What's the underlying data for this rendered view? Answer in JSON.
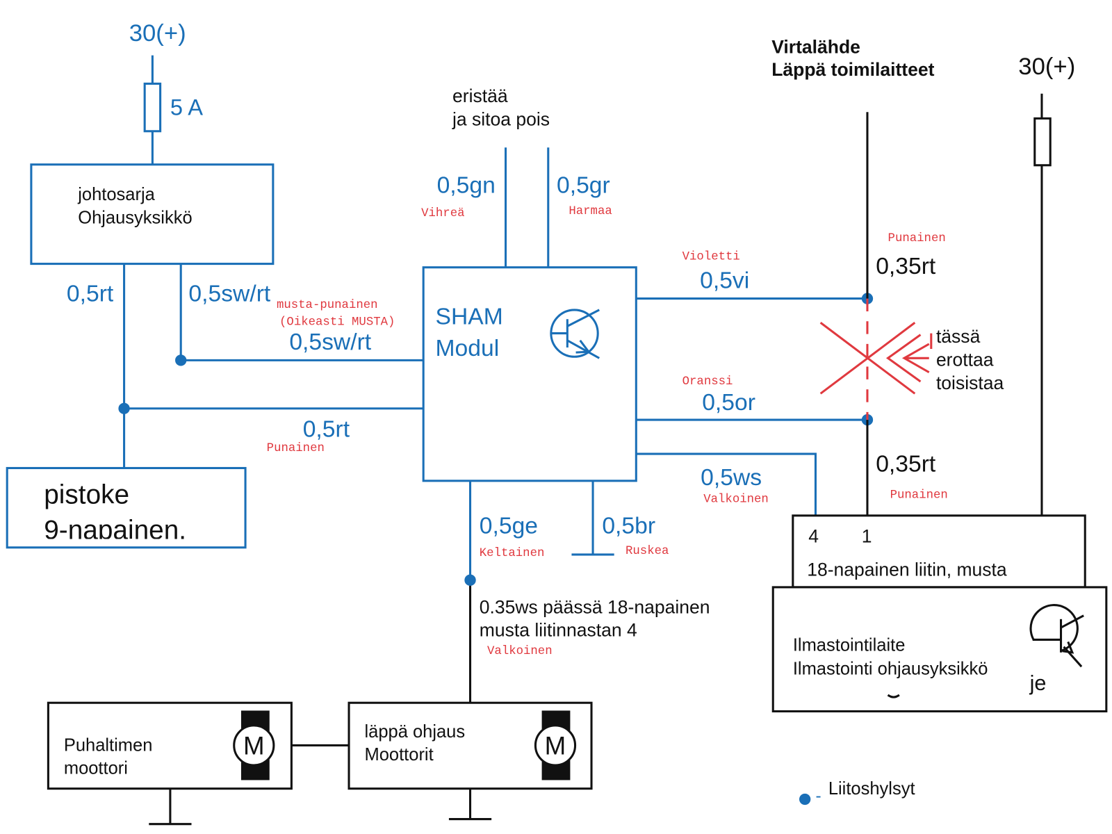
{
  "colors": {
    "wire_blue": "#1a6fb7",
    "wire_black": "#111111",
    "annotation_red": "#e0393f"
  },
  "supply_left": {
    "label": "30(+)",
    "fuse": "5 A"
  },
  "supply_right": {
    "label": "30(+)"
  },
  "harness_box": {
    "line1": "johtosarja",
    "line2": "Ohjausyksikkö"
  },
  "plug_box": {
    "line1": "pistoke",
    "line2": "9-napainen."
  },
  "sham": {
    "line1": "SHAM",
    "line2": "Modul"
  },
  "isolate_note": {
    "line1": "eristää",
    "line2": "ja sitoa pois"
  },
  "power_source": {
    "line1": "Virtalähde",
    "line2": "Läppä toimilaitteet"
  },
  "wires": {
    "rt_left": "0,5rt",
    "swrt_top": "0,5sw/rt",
    "swrt_horiz": "0,5sw/rt",
    "swrt_note1": "musta-punainen",
    "swrt_note2": "(Oikeasti MUSTA)",
    "rt_horiz": "0,5rt",
    "rt_horiz_color": "Punainen",
    "gn": "0,5gn",
    "gn_color": "Vihreä",
    "gr": "0,5gr",
    "gr_color": "Harmaa",
    "vi": "0,5vi",
    "vi_color": "Violetti",
    "or": "0,5or",
    "or_color": "Oranssi",
    "ws": "0,5ws",
    "ws_color": "Valkoinen",
    "rt_upper": "0,35rt",
    "rt_upper_color": "Punainen",
    "rt_lower": "0,35rt",
    "rt_lower_color": "Punainen",
    "ge": "0,5ge",
    "ge_color": "Keltainen",
    "br": "0,5br",
    "br_color": "Ruskea",
    "ws_note1": "0.35ws päässä 18-napainen",
    "ws_note2": "musta liitinnastan 4",
    "ws_note_color": "Valkoinen"
  },
  "separate_note": {
    "line1": "tässä",
    "line2": "erottaa",
    "line3": "toisistaa"
  },
  "connector": {
    "pin4": "4",
    "pin1": "1",
    "label": "18-napainen liitin, musta"
  },
  "ac_unit": {
    "line1": "Ilmastointilaite",
    "line2": "Ilmastointi ohjausyksikkö",
    "fragment": "je"
  },
  "blower": {
    "line1": "Puhaltimen",
    "line2": "moottori",
    "motor": "M"
  },
  "flap": {
    "line1": "läppä ohjaus",
    "line2": "Moottorit",
    "motor": "M"
  },
  "legend": {
    "dash": "-",
    "label": "Liitoshylsyt"
  }
}
